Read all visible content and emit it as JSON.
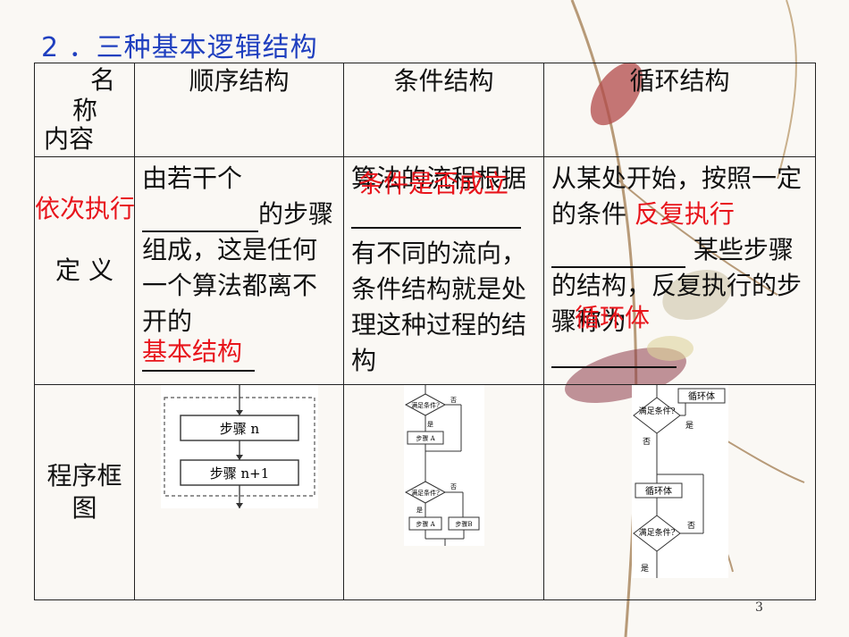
{
  "title": "2 ．三种基本逻辑结构",
  "page_number": "3",
  "header": {
    "corner_ming": "名",
    "corner_cheng": "称",
    "corner_neirong": "内容",
    "sequential": "顺序结构",
    "conditional": "条件结构",
    "loop": "循环结构"
  },
  "definition": {
    "row_label": "定 义",
    "sequential": {
      "part1": "由若干个",
      "fill1": "依次执行",
      "part2": "的步骤组成，这是任何一个算法都离不开的",
      "fill2": "基本结构"
    },
    "conditional": {
      "part1": "算法的流程根据",
      "fill1": "条件是否成立",
      "part2": "有不同的流向，条件结构就是处理这种过程的结构"
    },
    "loop": {
      "part1": "从某处开始，按照一定的条件",
      "fill1": "反复执行",
      "part2": "某些步骤的结构，反复执行的步骤称为",
      "fill2": "循环体"
    }
  },
  "flowchart": {
    "row_label": "程序框图",
    "sequential": {
      "step_n": "步骤 n",
      "step_n1": "步骤 n+1"
    },
    "conditional": {
      "cond1": "满足条件?",
      "step_a": "步骤 A",
      "cond2": "满足条件?",
      "step_a2": "步骤 A",
      "step_b": "步骤B",
      "yes": "是",
      "no": "否"
    },
    "loop": {
      "loop_body": "循环体",
      "cond_top": "满足条件?",
      "cond_bottom": "满足条件?",
      "yes": "是",
      "no": "否"
    }
  },
  "colors": {
    "title": "#1f3fbf",
    "answer": "#e8141b"
  }
}
